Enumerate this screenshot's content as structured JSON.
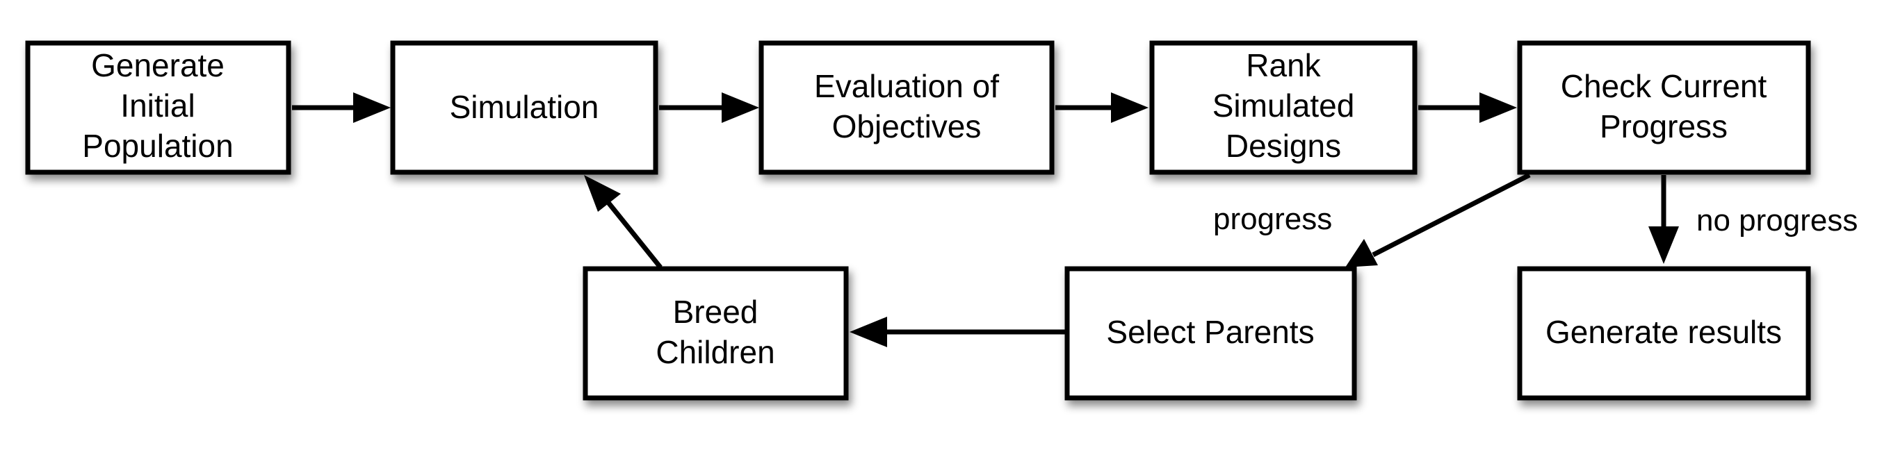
{
  "nodes": {
    "generate_initial_population": {
      "lines": [
        "Generate",
        "Initial",
        "Population"
      ]
    },
    "simulation": {
      "lines": [
        "Simulation"
      ]
    },
    "evaluation_of_objectives": {
      "lines": [
        "Evaluation of",
        "Objectives"
      ]
    },
    "rank_simulated_designs": {
      "lines": [
        "Rank",
        "Simulated",
        "Designs"
      ]
    },
    "check_current_progress": {
      "lines": [
        "Check Current",
        "Progress"
      ]
    },
    "select_parents": {
      "lines": [
        "Select Parents"
      ]
    },
    "breed_children": {
      "lines": [
        "Breed",
        "Children"
      ]
    },
    "generate_results": {
      "lines": [
        "Generate results"
      ]
    }
  },
  "edges": [
    {
      "from": "generate_initial_population",
      "to": "simulation",
      "label": ""
    },
    {
      "from": "simulation",
      "to": "evaluation_of_objectives",
      "label": ""
    },
    {
      "from": "evaluation_of_objectives",
      "to": "rank_simulated_designs",
      "label": ""
    },
    {
      "from": "rank_simulated_designs",
      "to": "check_current_progress",
      "label": ""
    },
    {
      "from": "check_current_progress",
      "to": "select_parents",
      "label": "progress"
    },
    {
      "from": "check_current_progress",
      "to": "generate_results",
      "label": "no progress"
    },
    {
      "from": "select_parents",
      "to": "breed_children",
      "label": ""
    },
    {
      "from": "breed_children",
      "to": "simulation",
      "label": ""
    }
  ],
  "colors": {
    "stroke": "#000000",
    "fill": "#ffffff",
    "shadow": "#000000"
  }
}
